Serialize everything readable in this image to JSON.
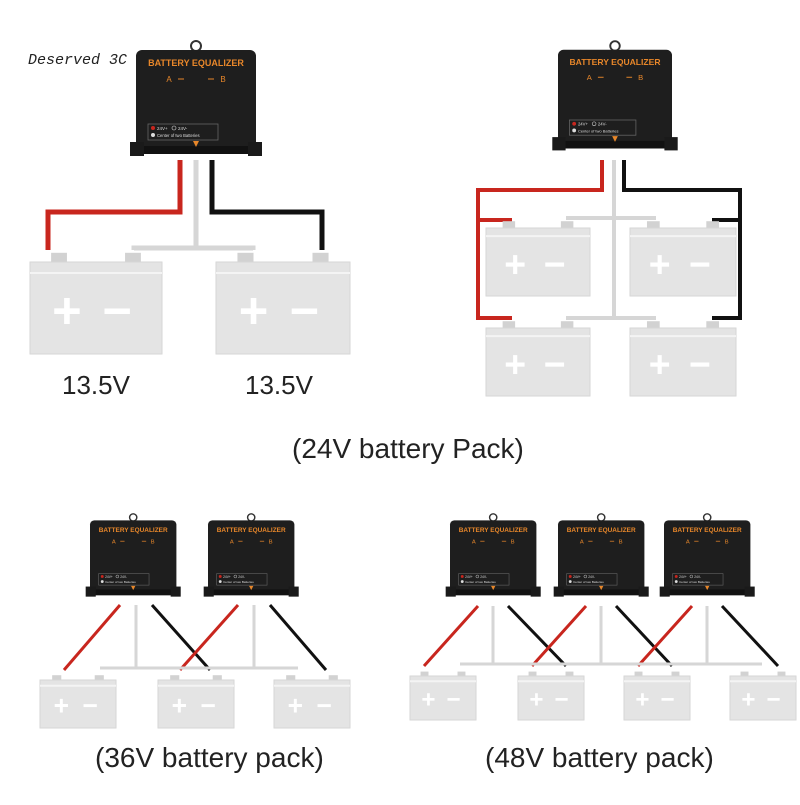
{
  "watermark": "Deserved 3C",
  "equalizer": {
    "title": "BATTERY EQUALIZER",
    "terminal_a": "A",
    "terminal_b": "B",
    "mode_24v_plus": "24V+",
    "mode_24v": "24V-",
    "mode_center": "Center of two Batteries"
  },
  "battery": {
    "plus": "+",
    "minus": "−"
  },
  "labels": {
    "voltage_left": "13.5V",
    "voltage_right": "13.5V",
    "pack_24v": "(24V battery Pack)",
    "pack_36v": "(36V battery pack)",
    "pack_48v": "(48V battery pack)"
  },
  "colors": {
    "positive_wire": "#c8261e",
    "negative_wire": "#111111",
    "center_wire": "#d6d6d6",
    "equalizer_body": "#1e1e1e",
    "equalizer_text": "#e8872a",
    "battery_body": "#e4e4e4"
  }
}
